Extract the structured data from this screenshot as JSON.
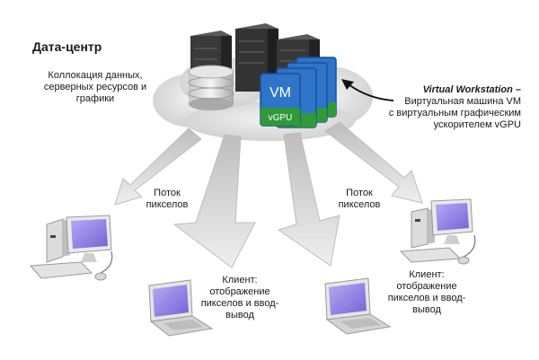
{
  "datacenter": {
    "title": "Дата-центр",
    "description": [
      "Коллокация данных,",
      "серверных ресурсов и",
      "графики"
    ]
  },
  "vm_stack": {
    "vm_label": "VM",
    "vgpu_label": "vGPU"
  },
  "virtual_workstation": {
    "title": "Virtual Workstation –",
    "description": [
      "Виртуальная машина VM",
      "с виртуальным графическим",
      "ускорителем vGPU"
    ]
  },
  "pixel_flow_left": [
    "Поток",
    "пикселов"
  ],
  "pixel_flow_right": [
    "Поток",
    "пикселов"
  ],
  "client_left": [
    "Клиент:",
    "отображение",
    "пикселов и ввод-",
    "вывод"
  ],
  "client_right": [
    "Клиент:",
    "отображение",
    "пикселов и ввод-",
    "вывод"
  ],
  "colors": {
    "cloud": "#d9d9d9",
    "server": "#3a3a3a",
    "vm_card": "#2e74c8",
    "vgpu_band": "#2f9a3a",
    "arrow": "#c9c9c9",
    "screen": "#8d7fe0"
  }
}
